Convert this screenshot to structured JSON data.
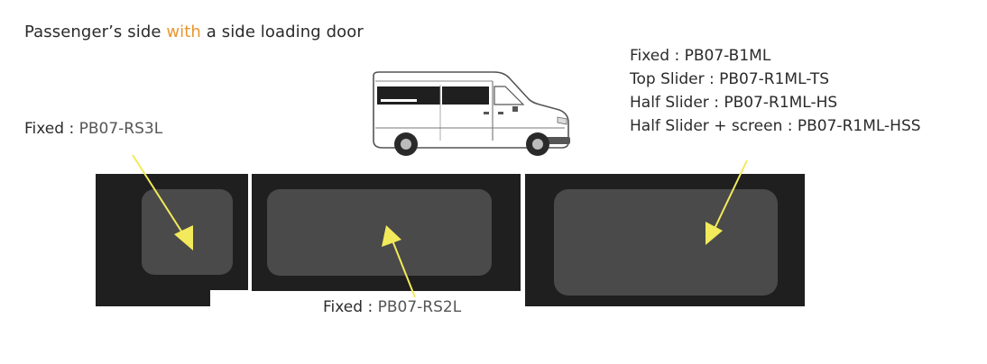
{
  "title": {
    "before": "Passenger’s side ",
    "accent": "with",
    "after": " a side loading door",
    "accent_color": "#e8962e"
  },
  "labels": {
    "rs3l": {
      "key": "Fixed : ",
      "code": "PB07-RS3L"
    },
    "rs2l": {
      "key": "Fixed : ",
      "code": "PB07-RS2L"
    },
    "right_stack": [
      {
        "key": "Fixed : ",
        "code": "PB07-B1ML"
      },
      {
        "key": "Top Slider : ",
        "code": "PB07-R1ML-TS"
      },
      {
        "key": "Half Slider : ",
        "code": "PB07-R1ML-HS"
      },
      {
        "key": "Half Slider + screen  : ",
        "code": "PB07-R1ML-HSS"
      }
    ]
  },
  "colors": {
    "panel": "#1f1f1f",
    "glass": "#4a4a4a",
    "arrow": "#f2ea5a"
  },
  "icons": {
    "van": "van-side-illustration",
    "arrow": "pointer-arrow"
  }
}
